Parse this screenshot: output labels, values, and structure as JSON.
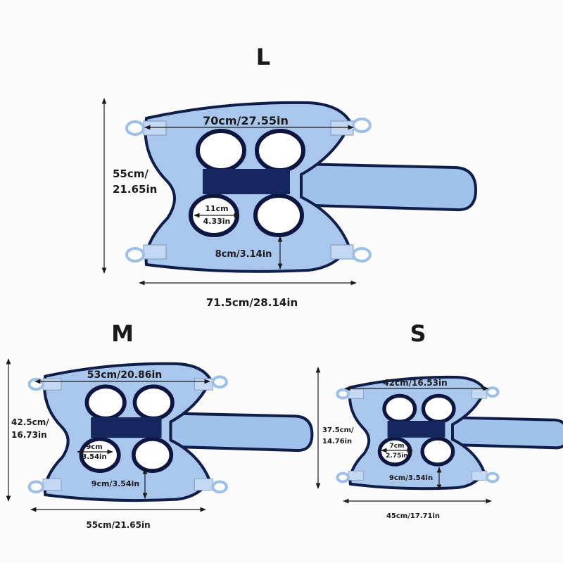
{
  "sizes": {
    "L": {
      "label": "L",
      "width_top": "70cm/27.55in",
      "height_line1": "55cm/",
      "height_line2": "21.65in",
      "hole_line1": "11cm",
      "hole_line2": "4.33in",
      "bottom_gap": "8cm/3.14in",
      "total_length": "71.5cm/28.14in"
    },
    "M": {
      "label": "M",
      "width_top": "53cm/20.86in",
      "height_line1": "42.5cm/",
      "height_line2": "16.73in",
      "hole_line1": "9cm",
      "hole_line2": "3.54in",
      "bottom_gap": "9cm/3.54in",
      "total_length": "55cm/21.65in"
    },
    "S": {
      "label": "S",
      "width_top": "42cm/16.53in",
      "height_line1": "37.5cm/",
      "height_line2": "14.76in",
      "hole_line1": "7cm",
      "hole_line2": "2.75in",
      "bottom_gap": "9cm/3.54in",
      "total_length": "45cm/17.71in"
    }
  },
  "colors": {
    "pad_light_blue": "#a9c7ec",
    "pad_border_navy": "#0f1d49",
    "center_band_navy": "#16275f",
    "background": "#fbfbfb"
  }
}
